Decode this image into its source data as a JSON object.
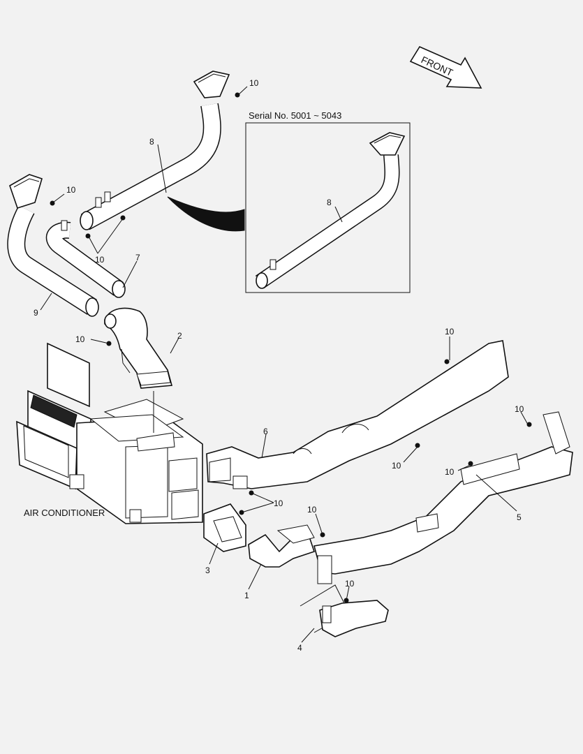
{
  "diagram": {
    "front_label": "FRONT",
    "serial_label": "Serial No. 5001 ~ 5043",
    "air_conditioner_label": "AIR CONDITIONER",
    "callouts": {
      "c1": "1",
      "c2": "2",
      "c3": "3",
      "c4": "4",
      "c5": "5",
      "c6": "6",
      "c7": "7",
      "c8": "8",
      "c9": "9",
      "c8_inset": "8",
      "c10": "10"
    },
    "colors": {
      "background": "#f2f2f2",
      "line": "#111111",
      "fill": "#ffffff"
    }
  }
}
